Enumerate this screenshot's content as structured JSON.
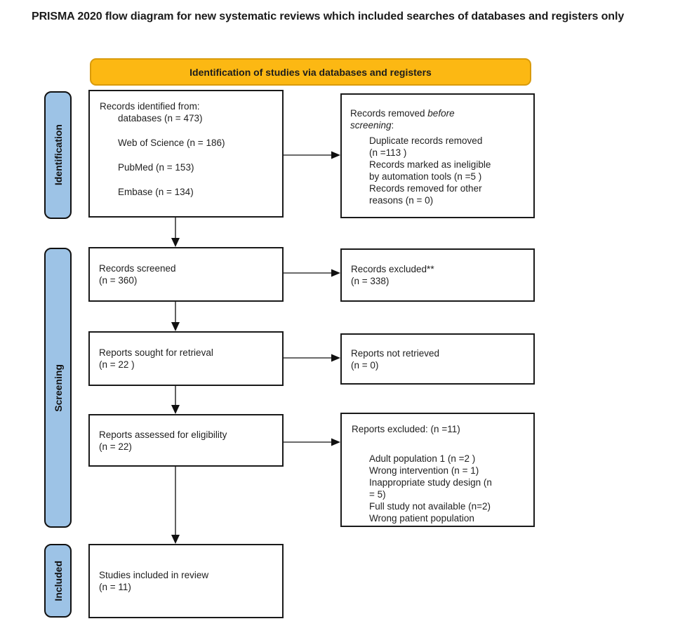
{
  "title": "PRISMA 2020 flow diagram for new systematic reviews which included searches of databases and registers only",
  "banner": {
    "label": "Identification of studies via databases and registers"
  },
  "stages": [
    {
      "label": "Identification"
    },
    {
      "label": "Screening"
    },
    {
      "label": "Included"
    }
  ],
  "boxes": {
    "records_identified": {
      "heading": "Records identified from:",
      "lines": [
        "databases (n = 473)",
        "Web of Science (n = 186)",
        "PubMed (n = 153)",
        "Embase (n = 134)"
      ]
    },
    "records_removed": {
      "h1_plain": "Records removed ",
      "h1_italic": "before",
      "h2_italic": "screening",
      "h2_plain": ":",
      "lines": [
        "Duplicate records removed",
        "(n =113 )",
        "Records marked as ineligible",
        "by automation tools (n =5 )",
        "Records removed for other",
        "reasons (n = 0)"
      ]
    },
    "records_screened": {
      "line1": "Records screened",
      "line2": "(n = 360)"
    },
    "records_excluded": {
      "line1": "Records excluded**",
      "line2": "(n = 338)"
    },
    "reports_sought": {
      "line1": "Reports sought for retrieval",
      "line2": "(n = 22 )"
    },
    "reports_not_retrieved": {
      "line1": "Reports not retrieved",
      "line2": "(n = 0)"
    },
    "reports_assessed": {
      "line1": "Reports assessed for eligibility",
      "line2": "(n = 22)"
    },
    "reports_excluded": {
      "heading": "Reports excluded: (n =11)",
      "lines": [
        "Adult population 1 (n =2 )",
        "Wrong intervention (n = 1)",
        "Inappropriate study design (n",
        "= 5)",
        "Full study not available (n=2)",
        "Wrong patient population"
      ]
    },
    "studies_included": {
      "line1": "Studies included in review",
      "line2": "(n = 11)"
    }
  },
  "colors": {
    "banner_fill": "#FCB813",
    "banner_border": "#D99B0C",
    "stage_fill": "#9DC3E6",
    "box_border": "#1A1A1A"
  }
}
